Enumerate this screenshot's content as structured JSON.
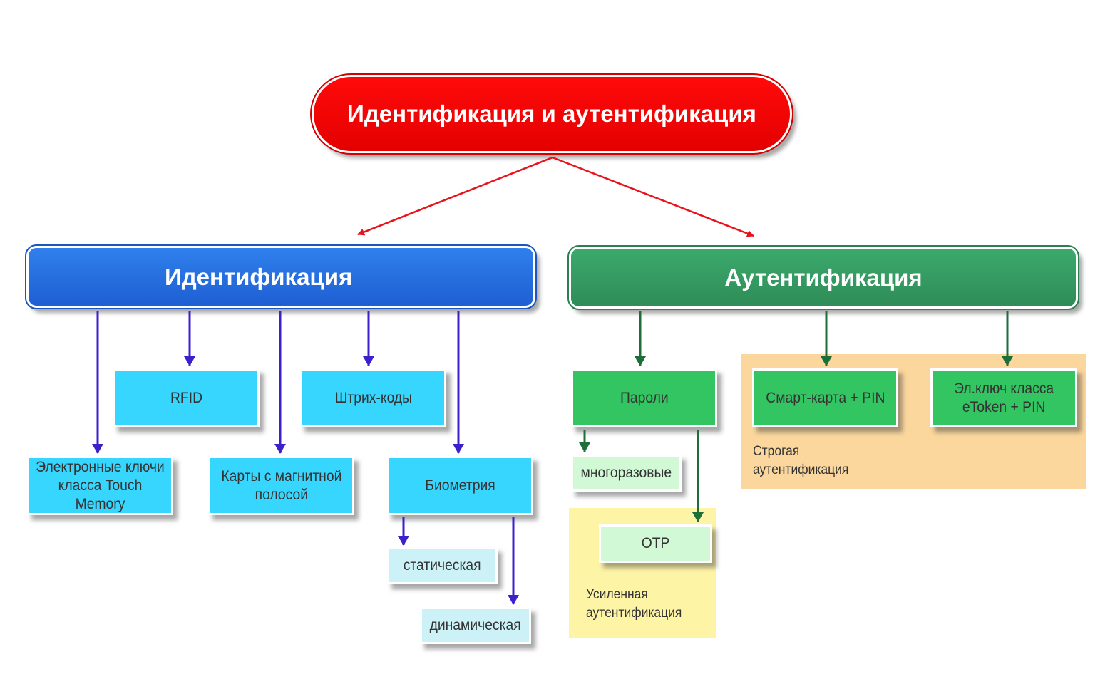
{
  "title": "Идентификация и аутентификация",
  "colors": {
    "root": "#ff0000",
    "identification": "#1f62d6",
    "authentication": "#2f8f5a",
    "cyan_box": "#37d6ff",
    "pale_box": "#ccf2f7",
    "green_box": "#33c561",
    "lightgreen_box": "#d2f9d6",
    "strong_zone": "#fbd79d",
    "enhanced_zone": "#fdf4a6",
    "root_arrow": "#e8121b",
    "ident_arrow": "#3b20cc",
    "auth_arrow": "#1e6e3a"
  },
  "identification": {
    "label": "Идентификация",
    "items": {
      "rfid": "RFID",
      "barcodes": "Штрих-коды",
      "touch_memory": "Электронные ключи\nкласса  Touch Memory",
      "magnetic_cards": "Карты с магнитной\nполосой",
      "biometrics": "Биометрия",
      "static": "статическая",
      "dynamic": "динамическая"
    }
  },
  "authentication": {
    "label": "Аутентификация",
    "items": {
      "passwords": "Пароли",
      "reusable": "многоразовые",
      "otp": "OTP",
      "smartcard": "Смарт-карта + PIN",
      "etoken": "Эл.ключ  класса\neToken + PIN"
    },
    "zones": {
      "strong": "Строгая\nаутентификация",
      "enhanced": "Усиленная\nаутентификация"
    }
  }
}
